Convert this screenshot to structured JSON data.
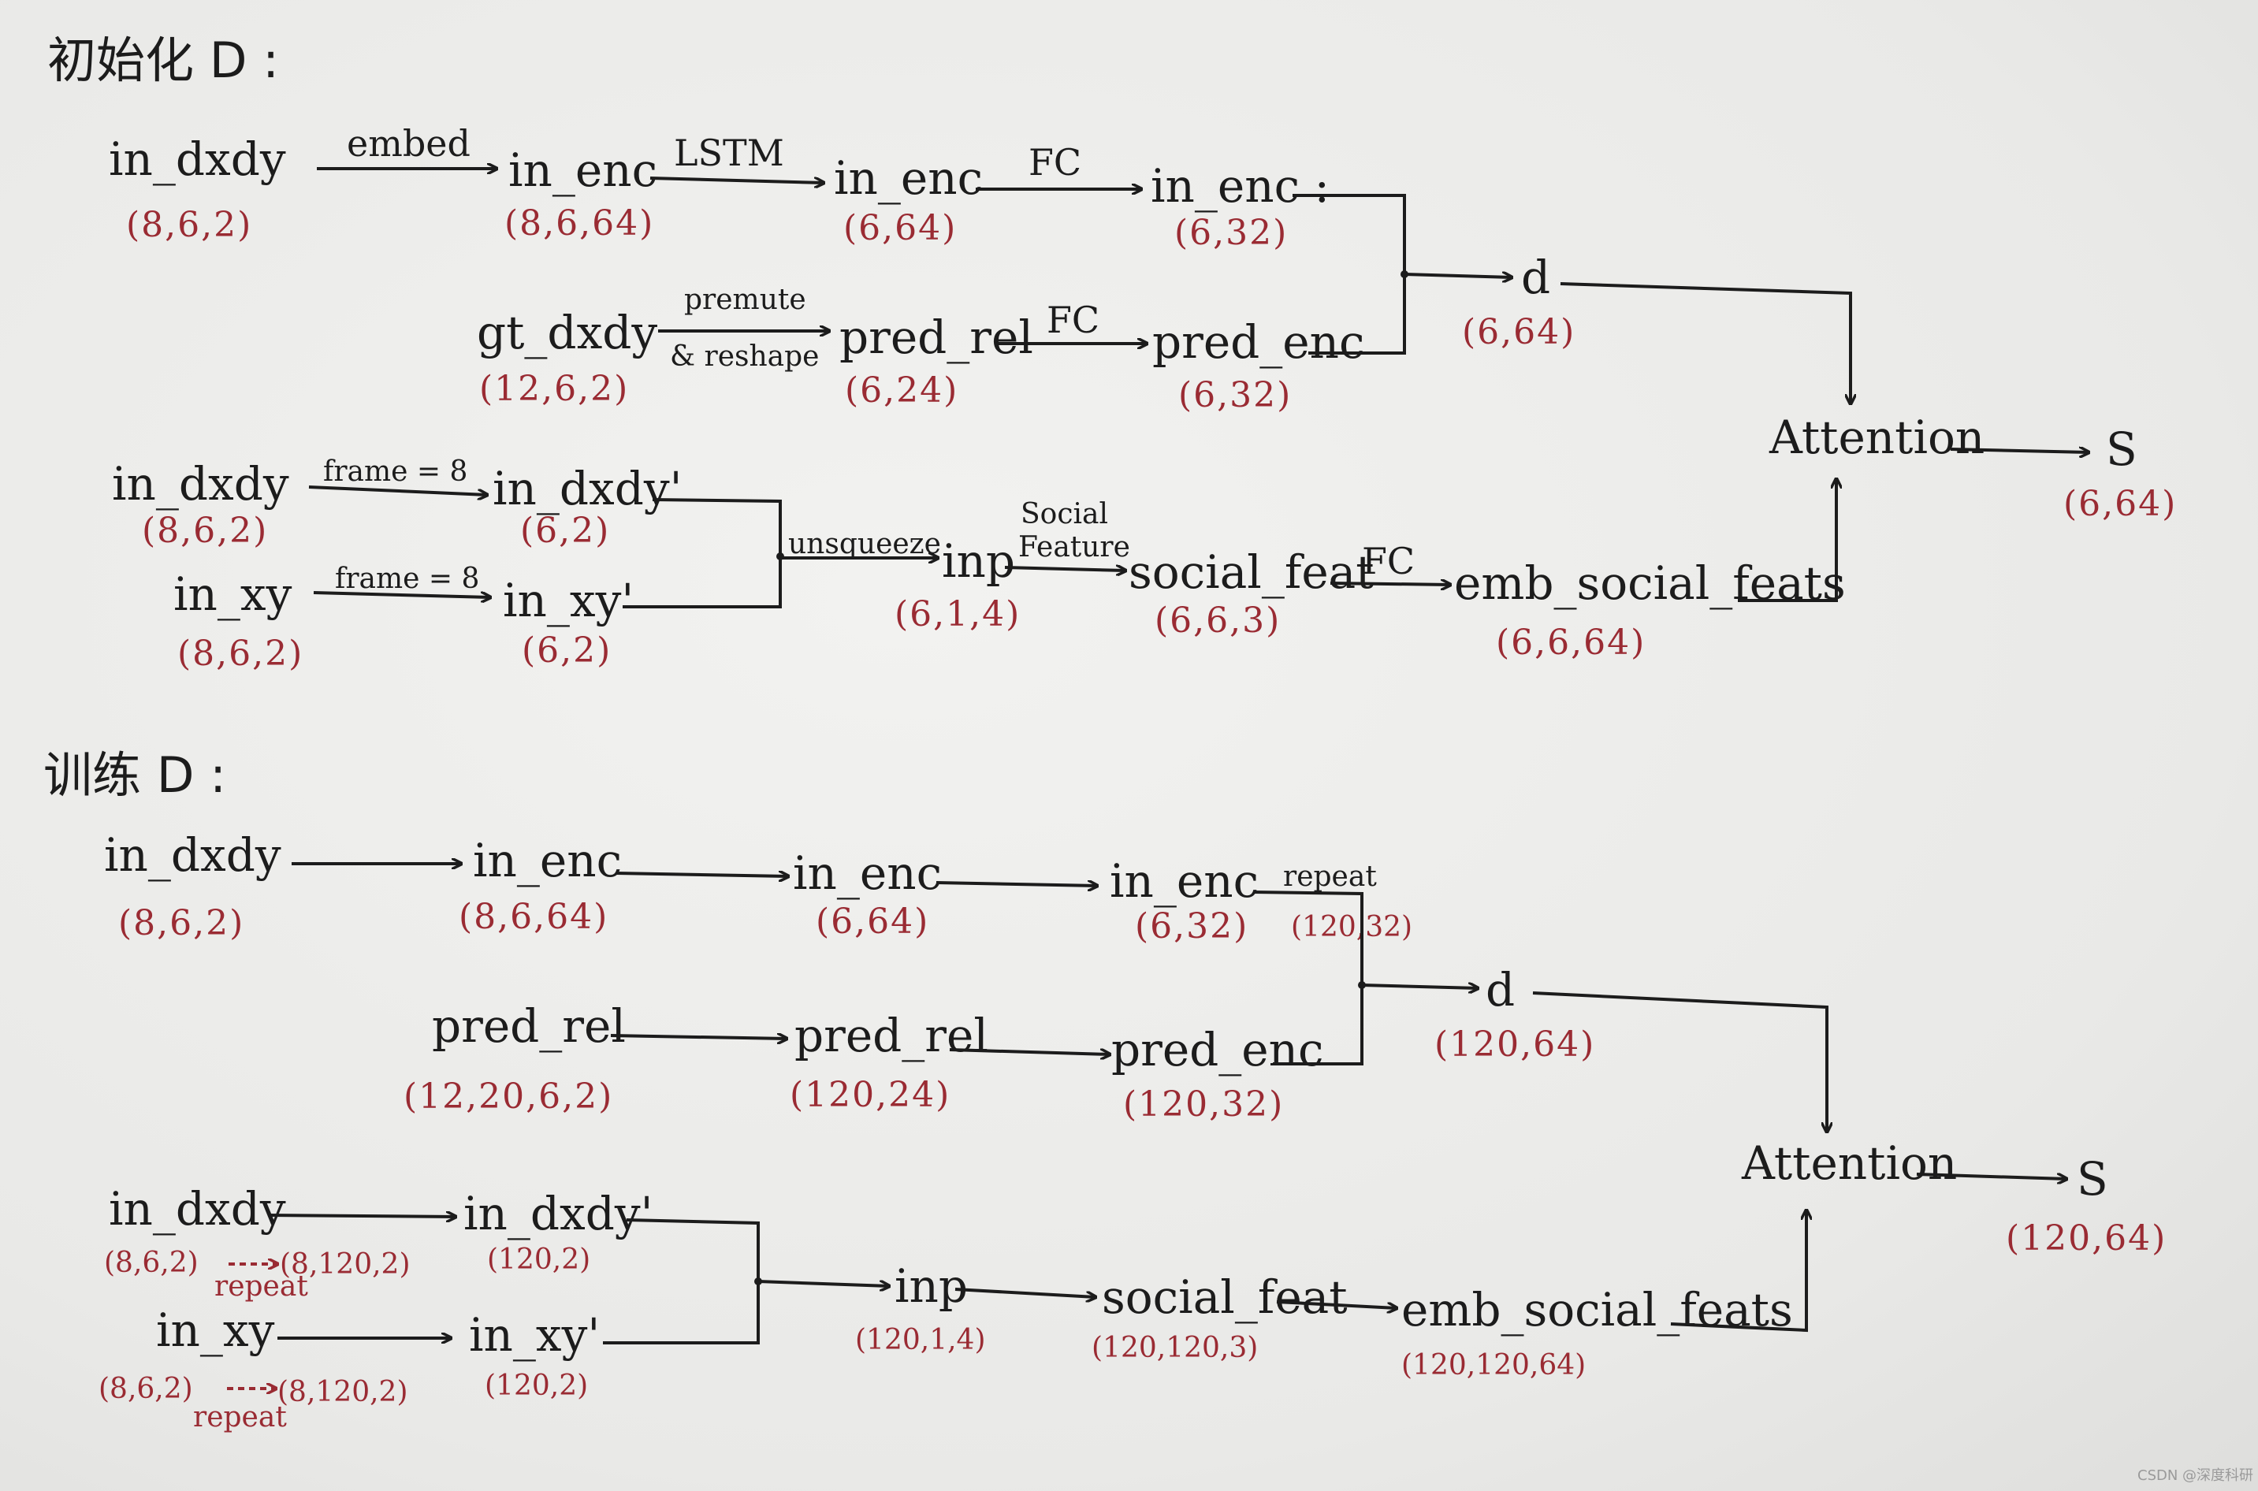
{
  "section_init": {
    "title": "初始化 D :",
    "row1": {
      "in_dxdy": {
        "label": "in_dxdy",
        "shape": "(8,6,2)"
      },
      "op_embed": "embed",
      "in_enc1": {
        "label": "in_enc",
        "shape": "(8,6,64)"
      },
      "op_lstm": "LSTM",
      "in_enc2": {
        "label": "in_enc",
        "shape": "(6,64)"
      },
      "op_fc": "FC",
      "in_enc3": {
        "label": "in_enc :",
        "shape": "(6,32)"
      }
    },
    "row2": {
      "gt_dxdy": {
        "label": "gt_dxdy",
        "shape": "(12,6,2)"
      },
      "op_premute": "premute",
      "op_reshape": "& reshape",
      "pred_rel": {
        "label": "pred_rel",
        "shape": "(6,24)"
      },
      "op_fc": "FC",
      "pred_enc": {
        "label": "pred_enc",
        "shape": "(6,32)"
      }
    },
    "d": {
      "label": "d",
      "shape": "(6,64)"
    },
    "row3": {
      "in_dxdy": {
        "label": "in_dxdy",
        "shape": "(8,6,2)"
      },
      "op_frame1": "frame = 8",
      "in_dxdy_p": {
        "label": "in_dxdy'",
        "shape": "(6,2)"
      },
      "in_xy": {
        "label": "in_xy",
        "shape": "(8,6,2)"
      },
      "op_frame2": "frame = 8",
      "in_xy_p": {
        "label": "in_xy'",
        "shape": "(6,2)"
      },
      "op_unsqueeze": "unsqueeze",
      "inp": {
        "label": "inp",
        "shape": "(6,1,4)"
      },
      "op_social1": "Social",
      "op_social2": "Feature",
      "social_feat": {
        "label": "social_feat",
        "shape": "(6,6,3)"
      },
      "op_fc": "FC",
      "emb": {
        "label": "emb_social_feats",
        "shape": "(6,6,64)"
      }
    },
    "attention": "Attention",
    "s": {
      "label": "S",
      "shape": "(6,64)"
    }
  },
  "section_train": {
    "title": "训练 D :",
    "row1": {
      "in_dxdy": {
        "label": "in_dxdy",
        "shape": "(8,6,2)"
      },
      "in_enc1": {
        "label": "in_enc",
        "shape": "(8,6,64)"
      },
      "in_enc2": {
        "label": "in_enc",
        "shape": "(6,64)"
      },
      "in_enc3": {
        "label": "in_enc",
        "shape": "(6,32)"
      },
      "op_repeat": "repeat",
      "repeat_shape": "(120,32)"
    },
    "row2": {
      "pred_rel1": {
        "label": "pred_rel",
        "shape": "(12,20,6,2)"
      },
      "pred_rel2": {
        "label": "pred_rel",
        "shape": "(120,24)"
      },
      "pred_enc": {
        "label": "pred_enc",
        "shape": "(120,32)"
      }
    },
    "d": {
      "label": "d",
      "shape": "(120,64)"
    },
    "row3": {
      "in_dxdy": {
        "label": "in_dxdy",
        "shape": "(8,6,2)",
        "repeat_to": "(8,120,2)",
        "op_repeat": "repeat"
      },
      "in_dxdy_p": {
        "label": "in_dxdy'",
        "shape": "(120,2)"
      },
      "in_xy": {
        "label": "in_xy",
        "shape": "(8,6,2)",
        "repeat_to": "(8,120,2)",
        "op_repeat": "repeat"
      },
      "in_xy_p": {
        "label": "in_xy'",
        "shape": "(120,2)"
      },
      "inp": {
        "label": "inp",
        "shape": "(120,1,4)"
      },
      "social_feat": {
        "label": "social_feat",
        "shape": "(120,120,3)"
      },
      "emb": {
        "label": "emb_social_feats",
        "shape": "(120,120,64)"
      }
    },
    "attention": "Attention",
    "s": {
      "label": "S",
      "shape": "(120,64)"
    }
  },
  "watermark": "CSDN @深度科研"
}
